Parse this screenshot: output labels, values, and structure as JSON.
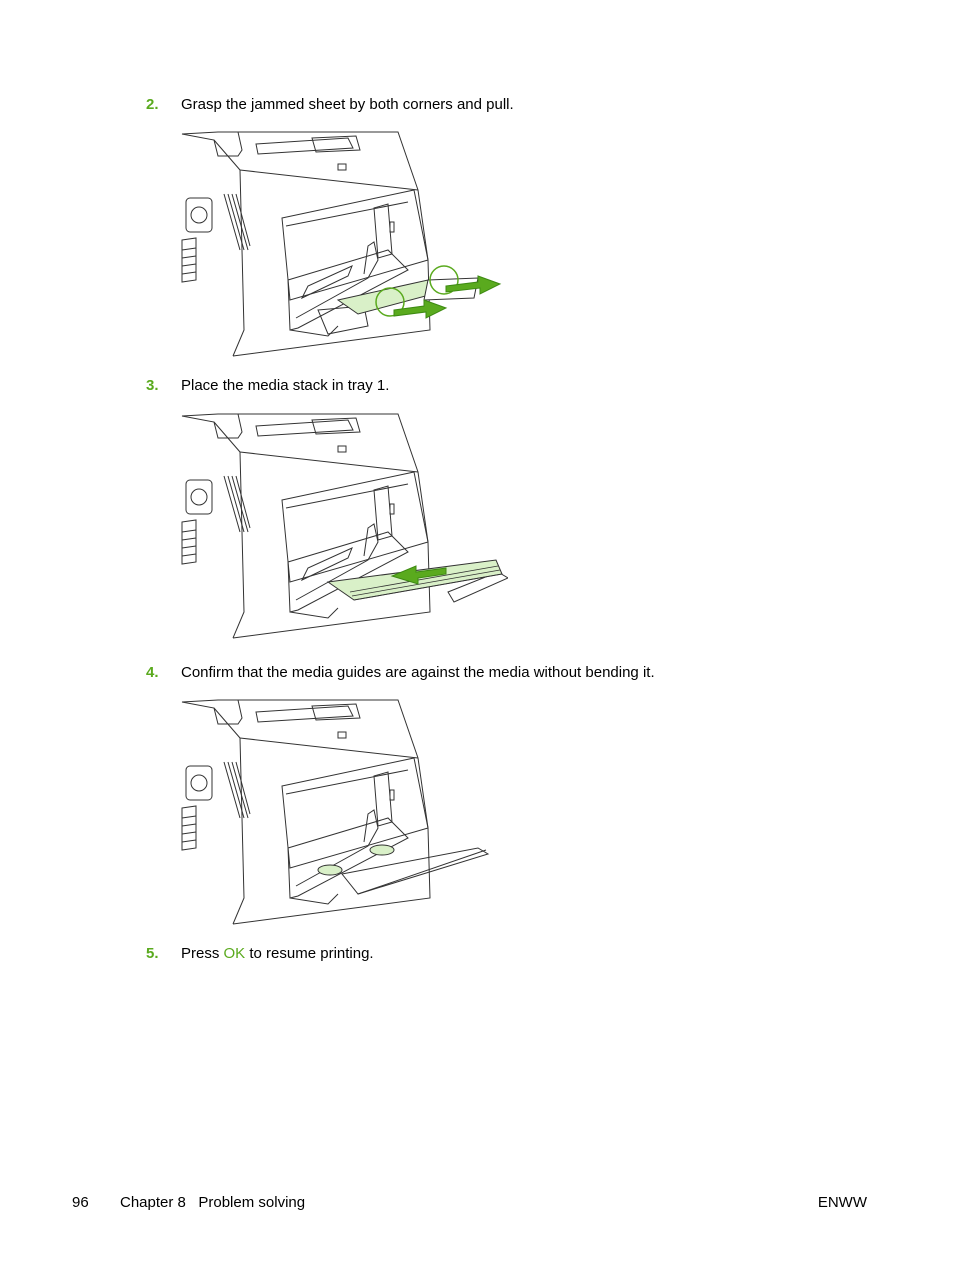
{
  "steps": [
    {
      "number": "2.",
      "text": "Grasp the jammed sheet by both corners and pull."
    },
    {
      "number": "3.",
      "text": "Place the media stack in tray 1."
    },
    {
      "number": "4.",
      "text": "Confirm that the media guides are against the media without bending it."
    },
    {
      "number": "5.",
      "text_before": "Press ",
      "highlight": "OK",
      "text_after": " to resume printing."
    }
  ],
  "footer": {
    "page_number": "96",
    "chapter": "Chapter 8   Problem solving",
    "doc_code": "ENWW"
  },
  "colors": {
    "accent": "#5aaa1e",
    "paper": "#d9f0c8",
    "line": "#333333"
  }
}
